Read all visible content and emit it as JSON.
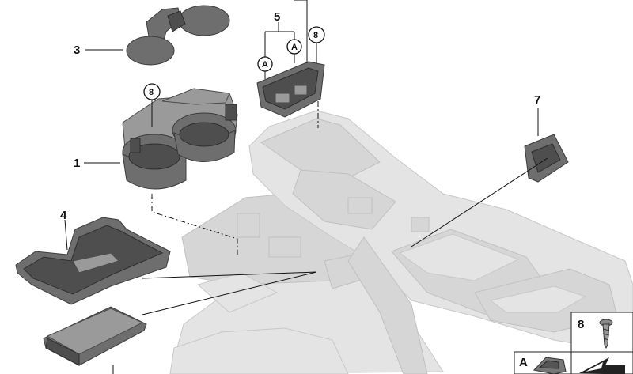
{
  "callouts": {
    "n1": "1",
    "n3": "3",
    "n4": "4",
    "n5": "5",
    "n7": "7",
    "n8_cupholder": "8",
    "n8_bracket": "8",
    "a_left": "A",
    "a_right": "A"
  },
  "legend": {
    "screw_number": "8",
    "clip_letter": "A"
  },
  "colors": {
    "part_dark": "#4e4e4e",
    "part_mid": "#6e6e6e",
    "ghost_console": "#e4e4e4"
  }
}
